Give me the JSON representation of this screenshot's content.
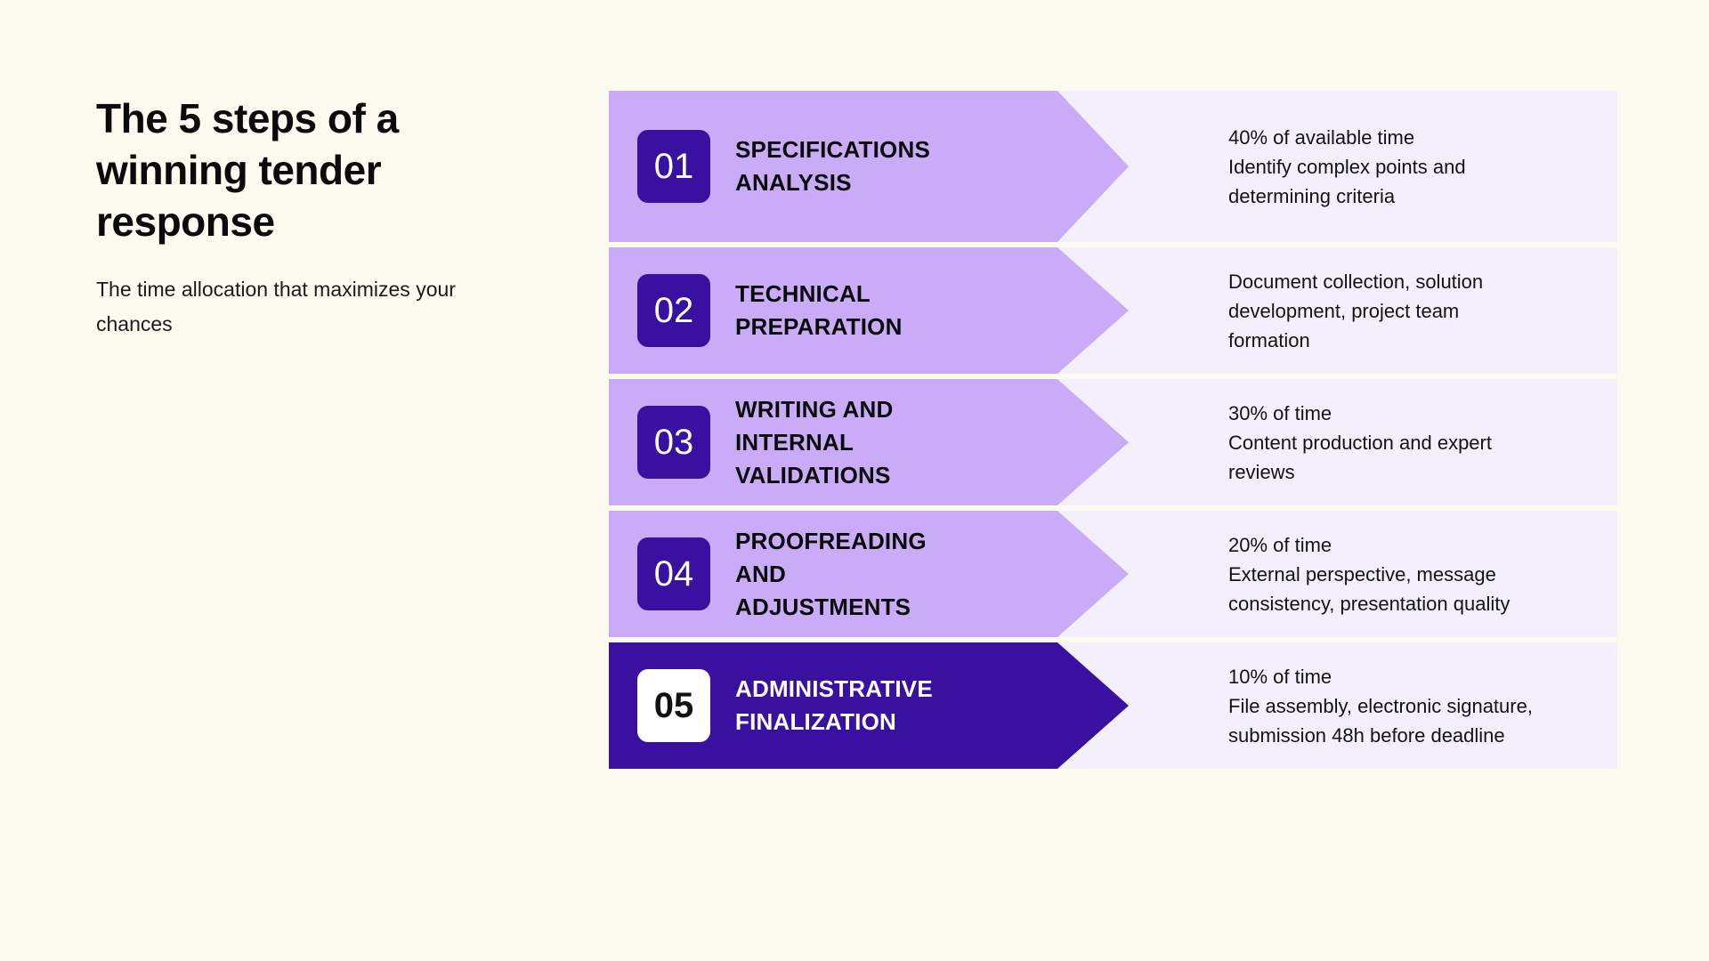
{
  "page": {
    "background_color": "#FDFBF0",
    "title": "The 5 steps of a winning tender response",
    "subtitle": "The time allocation that maximizes your chances"
  },
  "colors": {
    "accent_dark": "#3A10A0",
    "accent_light": "#C9ABF7",
    "panel": "#F4EFFD",
    "background": "#FDFBF0",
    "text": "#0A0A0A"
  },
  "steps": [
    {
      "number": "01",
      "title": "SPECIFICATIONS\nANALYSIS",
      "highlighted": false,
      "description_lines": [
        "40% of available time",
        "Identify complex points and",
        "determining criteria"
      ],
      "percentage": "40%"
    },
    {
      "number": "02",
      "title": "TECHNICAL\nPREPARATION",
      "highlighted": false,
      "description_lines": [
        "Document collection, solution",
        "development, project team",
        "formation"
      ],
      "percentage": ""
    },
    {
      "number": "03",
      "title": "WRITING AND\nINTERNAL\nVALIDATIONS",
      "highlighted": false,
      "description_lines": [
        "30% of time",
        "Content production and expert",
        "reviews"
      ],
      "percentage": "30%"
    },
    {
      "number": "04",
      "title": "PROOFREADING\nAND\nADJUSTMENTS",
      "highlighted": false,
      "description_lines": [
        "20% of time",
        "External perspective, message",
        "consistency, presentation quality"
      ],
      "percentage": "20%"
    },
    {
      "number": "05",
      "title": "ADMINISTRATIVE\nFINALIZATION",
      "highlighted": true,
      "description_lines": [
        "10% of time",
        "File assembly, electronic signature,",
        "submission 48h before deadline"
      ],
      "percentage": "10%"
    }
  ]
}
